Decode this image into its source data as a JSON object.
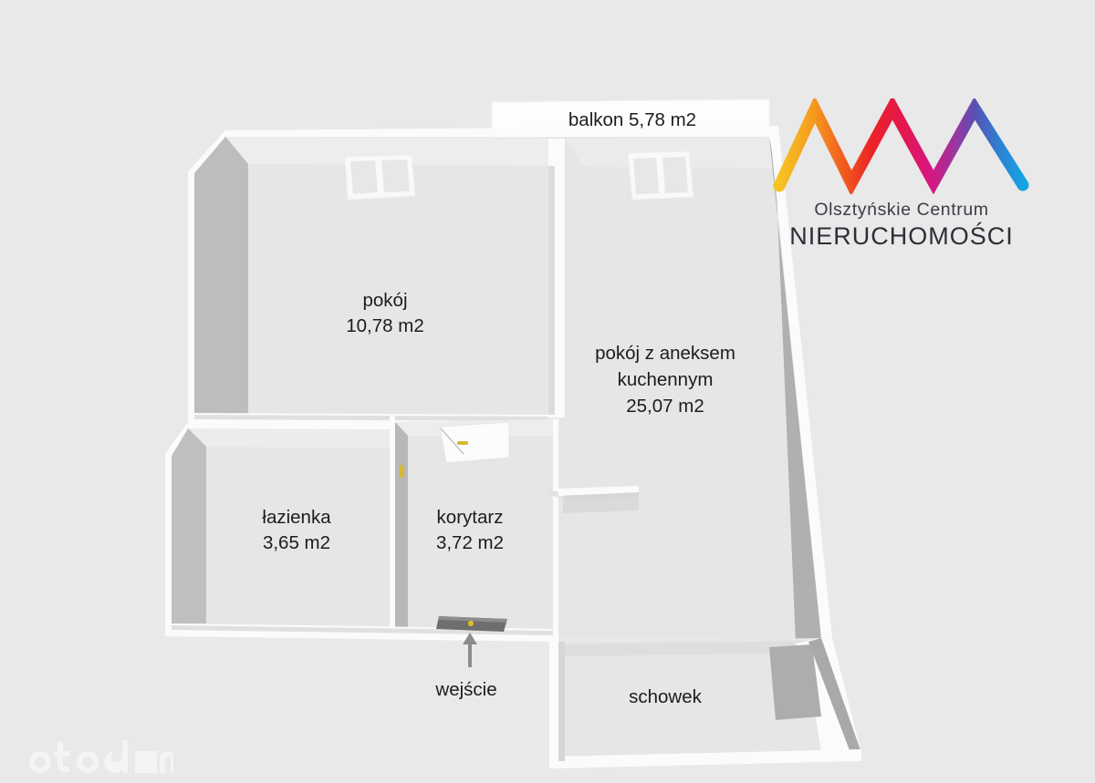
{
  "document": {
    "type": "apartment-floor-plan",
    "background_color": "#e9e9e9"
  },
  "balcony": {
    "label": "balkon 5,78 m2",
    "name": "balkon",
    "area": "5,78 m2"
  },
  "rooms": [
    {
      "id": "pokoj",
      "name": "pokój",
      "area": "10,78 m2",
      "label_line1": "pokój",
      "label_line2": "10,78 m2"
    },
    {
      "id": "pokoj-z-aneksem",
      "name": "pokój z aneksem kuchennym",
      "area": "25,07 m2",
      "label_line1": "pokój z aneksem",
      "label_line2": "kuchennym",
      "label_line3": "25,07 m2"
    },
    {
      "id": "lazienka",
      "name": "łazienka",
      "area": "3,65 m2",
      "label_line1": "łazienka",
      "label_line2": "3,65 m2"
    },
    {
      "id": "korytarz",
      "name": "korytarz",
      "area": "3,72 m2",
      "label_line1": "korytarz",
      "label_line2": "3,72 m2"
    },
    {
      "id": "schowek",
      "name": "schowek",
      "area": "",
      "label_line1": "schowek",
      "label_line2": ""
    }
  ],
  "entrance": {
    "label": "wejście",
    "marker": "up-arrow"
  },
  "agency": {
    "line1": "Olsztyńskie Centrum",
    "line2": "NIERUCHOMOŚCI",
    "logo_name": "zigzag-mountain-mark",
    "logo_colors": {
      "start": "#f7c325",
      "peak1": "#f59a1e",
      "valley1": "#ec2227",
      "peak2": "#e4174c",
      "valley2": "#d6177f",
      "peak3": "#5b4fb3",
      "end": "#1aa0e0"
    }
  },
  "watermark": {
    "text": "otodom",
    "color": "#f4f4f4"
  },
  "colors": {
    "background": "#e9e9e9",
    "floor": "#e5e5e5",
    "floor_light": "#ececec",
    "wall_top": "#fbfbfb",
    "wall_side_dark": "#a9a9a9",
    "wall_side_mid": "#c2c2c2",
    "wall_side_light": "#d4d4d4",
    "window_frame": "#f8f8f8",
    "door_dark": "#6e6e6e",
    "door_handle": "#d8bb28",
    "text": "#1c1c1c",
    "arrow": "#8c8c8c"
  }
}
